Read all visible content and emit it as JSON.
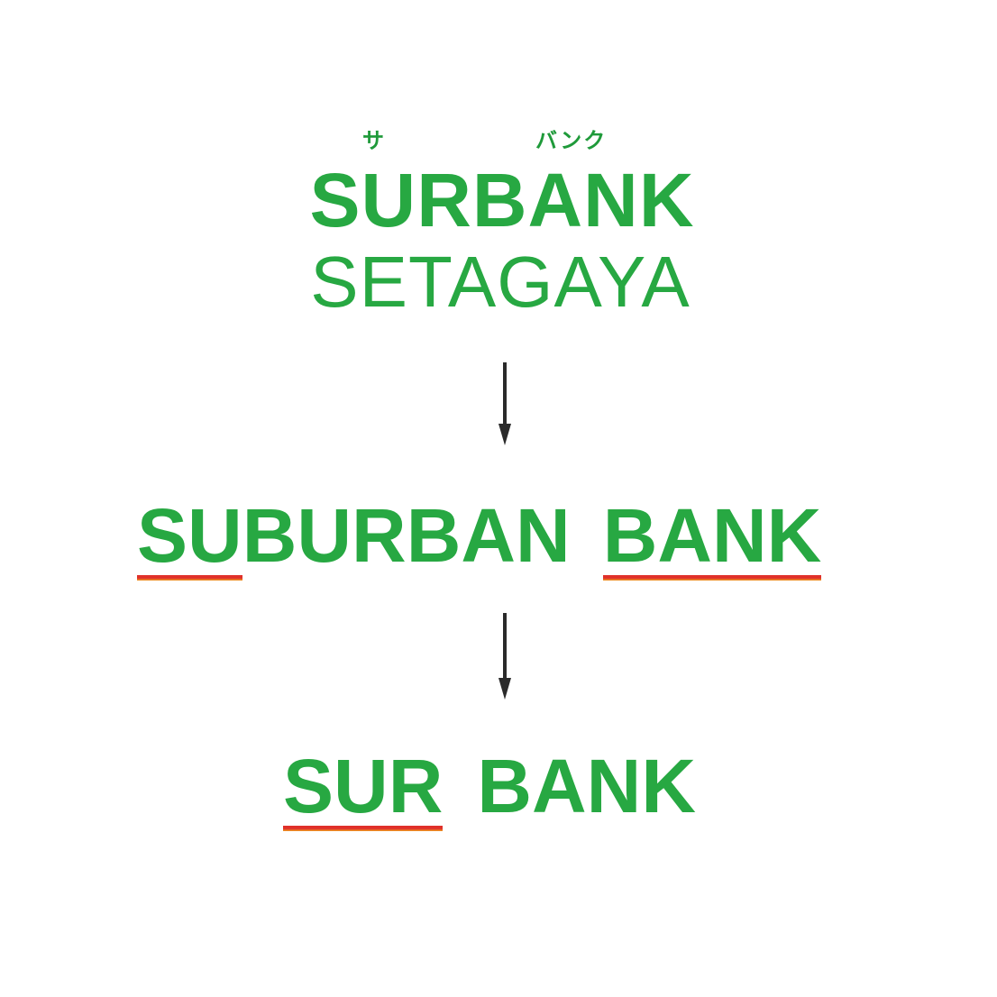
{
  "furigana": {
    "sa": "サ",
    "bank": "バンク"
  },
  "top_logo": {
    "main": "SURBANK",
    "sub": "SETAGAYA"
  },
  "suburban": {
    "su": "SU",
    "burban": "BURBAN",
    "bank": "BANK"
  },
  "final": {
    "sur": "SUR",
    "bank": "BANK"
  },
  "colors": {
    "green": "#27a842",
    "underline": "#e0302a",
    "arrow": "#2a2a2a"
  }
}
